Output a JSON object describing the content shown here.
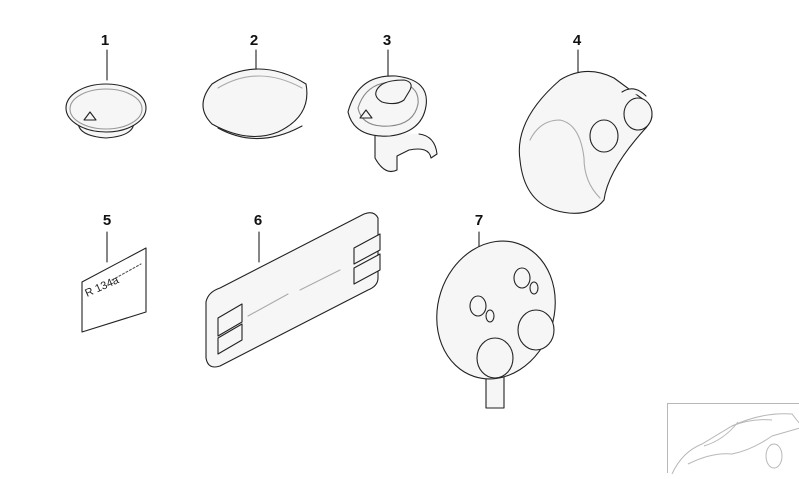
{
  "diagram": {
    "type": "parts-exploded-view",
    "parts": [
      {
        "id": "1",
        "label": "1",
        "description": "round plug with arrow marker"
      },
      {
        "id": "2",
        "label": "2",
        "description": "oval plug"
      },
      {
        "id": "3",
        "label": "3",
        "description": "grommet with oval opening and clip"
      },
      {
        "id": "4",
        "label": "4",
        "description": "double-pipe grommet cover"
      },
      {
        "id": "5",
        "label": "5",
        "description": "refrigerant label",
        "text": "R 134a"
      },
      {
        "id": "6",
        "label": "6",
        "description": "rectangular cover strip with clips"
      },
      {
        "id": "7",
        "label": "7",
        "description": "round flange plate with two pipe stubs"
      }
    ],
    "thumbnail": {
      "description": "vehicle outline overview"
    }
  },
  "colors": {
    "line": "#222222",
    "fill": "#f6f6f6",
    "shade": "#e6e6e6",
    "thumb_line": "#b8b8b8"
  }
}
